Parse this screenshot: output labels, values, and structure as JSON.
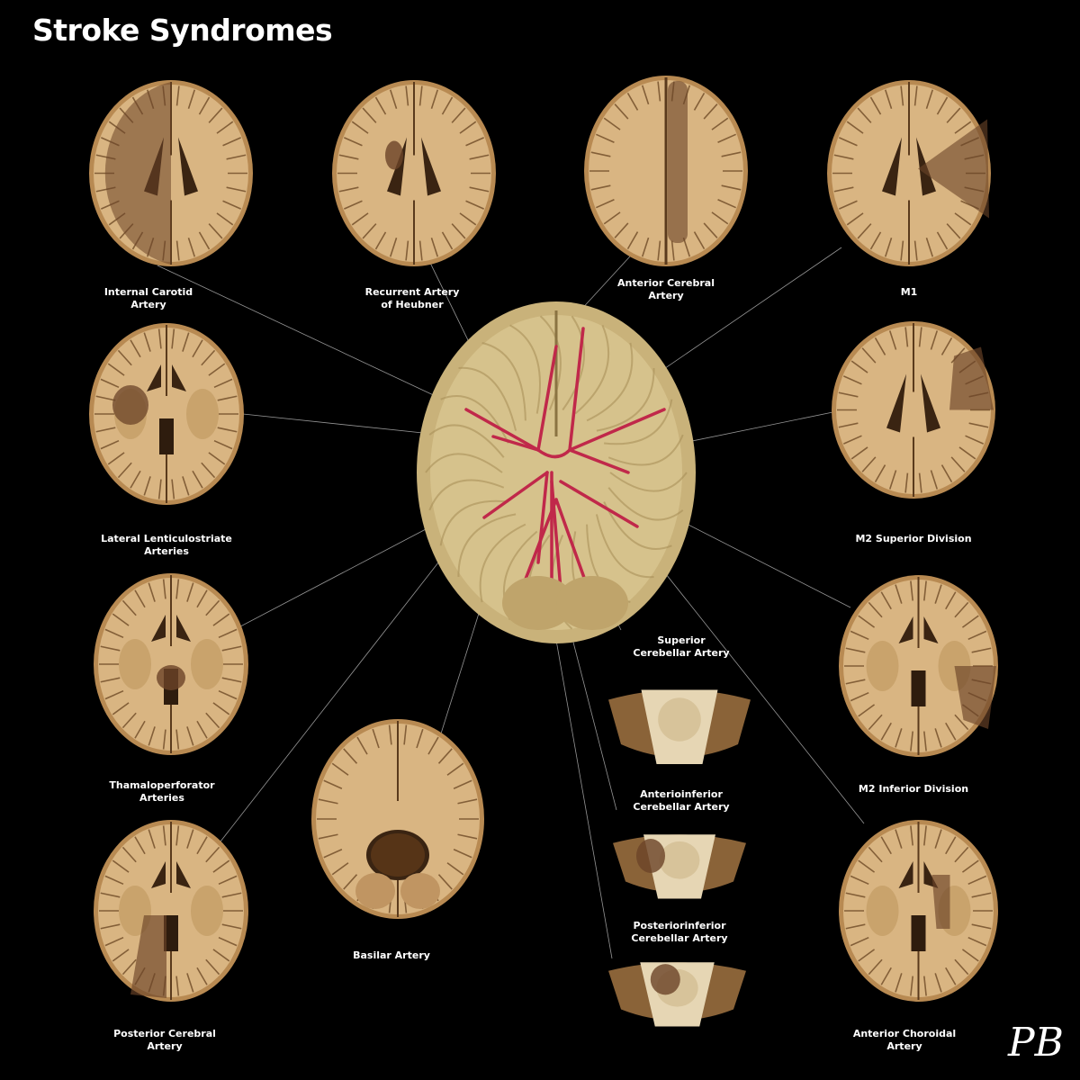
{
  "title": "Stroke Syndromes",
  "center_label": "Brain base with arteries (specimen)",
  "syndromes": [
    {
      "id": "internal-carotid-artery",
      "name": "Internal Carotid\nArtery",
      "view": "axial-high"
    },
    {
      "id": "recurrent-artery-of-heubner",
      "name": "Recurrent Artery\nof Heubner",
      "view": "axial-high"
    },
    {
      "id": "anterior-cerebral-artery",
      "name": "Anterior Cerebral\nArtery",
      "view": "axial-top"
    },
    {
      "id": "m1",
      "name": "M1",
      "view": "axial-high"
    },
    {
      "id": "lateral-lenticulostriate-arteries",
      "name": "Lateral Lenticulostriate\nArteries",
      "view": "axial-mid"
    },
    {
      "id": "m2-superior-division",
      "name": "M2 Superior Division",
      "view": "axial-high"
    },
    {
      "id": "thamaloperforator-arteries",
      "name": "Thamaloperforator\nArteries",
      "view": "axial-mid"
    },
    {
      "id": "m2-inferior-division",
      "name": "M2 Inferior Division",
      "view": "axial-mid"
    },
    {
      "id": "basilar-artery",
      "name": "Basilar Artery",
      "view": "axial-low"
    },
    {
      "id": "superior-cerebellar-artery",
      "name": "Superior\nCerebellar Artery",
      "view": "brainstem"
    },
    {
      "id": "anterioinferior-cerebellar-artery",
      "name": "Anterioinferior\nCerebellar Artery",
      "view": "brainstem"
    },
    {
      "id": "posteriorinferior-cerebellar-artery",
      "name": "Posteriorinferior\nCerebellar Artery",
      "view": "brainstem"
    },
    {
      "id": "posterior-cerebral-artery",
      "name": "Posterior Cerebral\nArtery",
      "view": "axial-mid"
    },
    {
      "id": "anterior-choroidal-artery",
      "name": "Anterior Choroidal\nArtery",
      "view": "axial-mid"
    }
  ],
  "signature": "PB",
  "colors": {
    "background": "#000000",
    "tissue": "#d9b582",
    "tissue_dark": "#b88a52",
    "infarct": "#6b4428",
    "artery": "#c0284a",
    "line": "#c8c8c8",
    "text": "#ffffff"
  }
}
